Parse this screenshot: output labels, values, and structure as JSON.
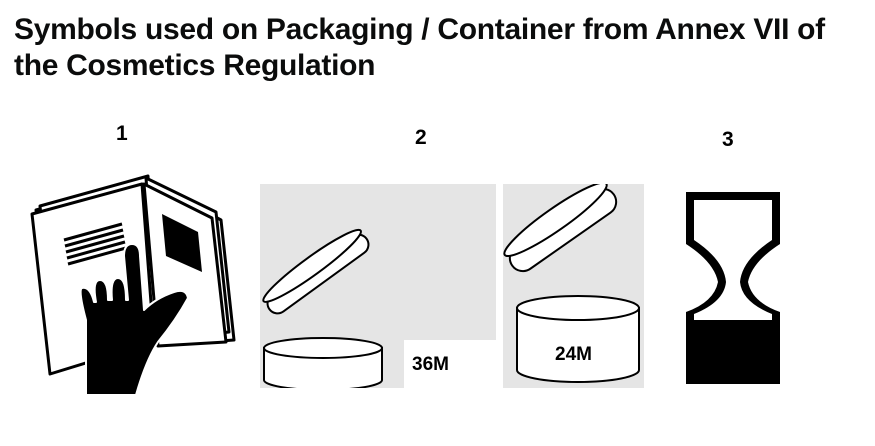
{
  "title": "Symbols used on Packaging / Container from Annex VII of the Cosmetics Regulation",
  "symbols": [
    {
      "number": "1",
      "icon": "open-book-with-hand-icon"
    },
    {
      "number": "2",
      "icon": "open-jar-icon",
      "variants": [
        "36M",
        "24M"
      ]
    },
    {
      "number": "3",
      "icon": "hourglass-icon"
    }
  ],
  "colors": {
    "panel_bg": "#e5e5e5",
    "ink": "#000000",
    "text": "#0b0c0c"
  }
}
